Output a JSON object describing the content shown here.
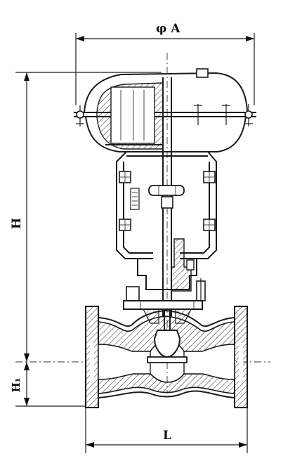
{
  "dimensions": {
    "diameter_label": "φ A",
    "height_label": "H",
    "h1_label": "H₁",
    "length_label": "L"
  }
}
